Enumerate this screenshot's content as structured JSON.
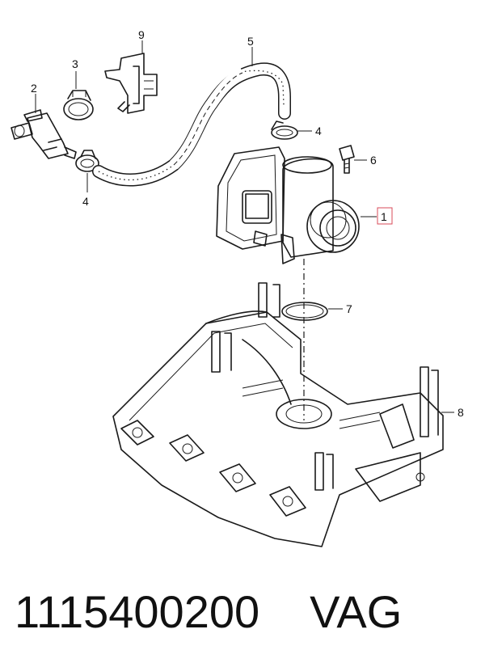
{
  "callouts": {
    "c1": "1",
    "c2": "2",
    "c3": "3",
    "c4a": "4",
    "c4b": "4",
    "c5": "5",
    "c6": "6",
    "c7": "7",
    "c8": "8",
    "c9": "9"
  },
  "highlight_color": "#d94b5a",
  "footer": {
    "part_number": "1115400200",
    "brand": "VAG"
  }
}
